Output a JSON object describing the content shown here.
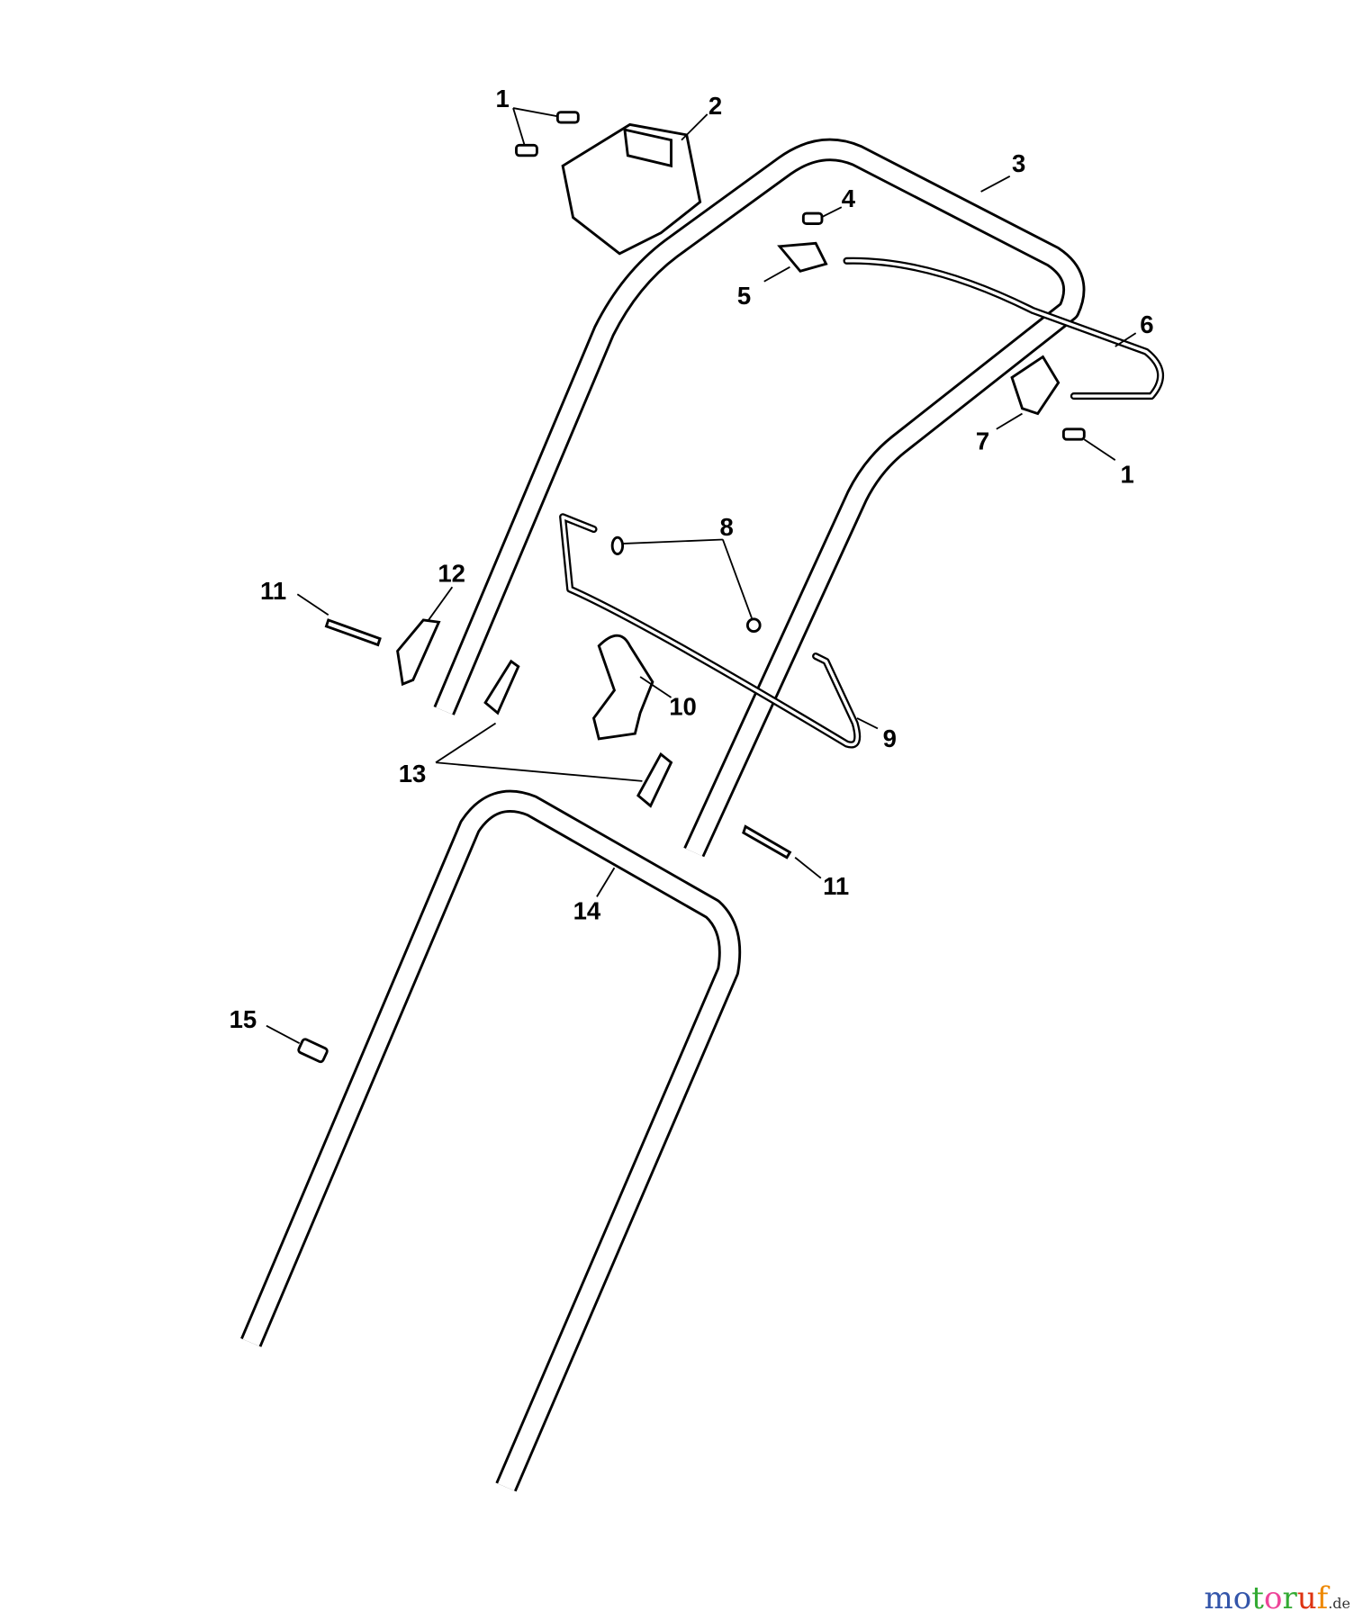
{
  "diagram": {
    "labels": [
      "1",
      "2",
      "3",
      "4",
      "5",
      "6",
      "7",
      "1",
      "8",
      "9",
      "10",
      "11",
      "12",
      "11",
      "13",
      "14",
      "15"
    ]
  },
  "logo": {
    "main": "motoruf",
    "suffix": ".de",
    "colors": [
      "#3355aa",
      "#3355aa",
      "#33aa33",
      "#ee4499",
      "#33aa33",
      "#dd3311",
      "#ee8800"
    ]
  }
}
